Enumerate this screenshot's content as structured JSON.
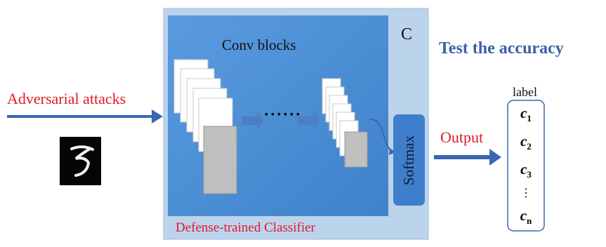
{
  "input_label": "Adversarial attacks",
  "title": "Test the  accuracy",
  "classifier_letter": "C",
  "conv_label": "Conv blocks",
  "classifier_label": "Defense-trained Classifier",
  "softmax_label": "Softmax",
  "output_label": "Output",
  "label_header": "label",
  "ellipsis": "······",
  "labels": [
    {
      "base": "c",
      "sub": "1"
    },
    {
      "base": "c",
      "sub": "2"
    },
    {
      "base": "c",
      "sub": "3"
    },
    {
      "base": "",
      "sub": "",
      "text": "⋮"
    },
    {
      "base": "c",
      "sub": "n"
    }
  ],
  "colors": {
    "red_text": "#e01b24",
    "title_blue": "#3d5fa7",
    "outer_panel": "#bcd3ec",
    "inner_panel": "#4b8fd1",
    "softmax_box": "#3f7ecb",
    "arrow": "#3a67b2",
    "small_arrow": "#4d7fc3",
    "layer_front": "#bfbfbf"
  }
}
